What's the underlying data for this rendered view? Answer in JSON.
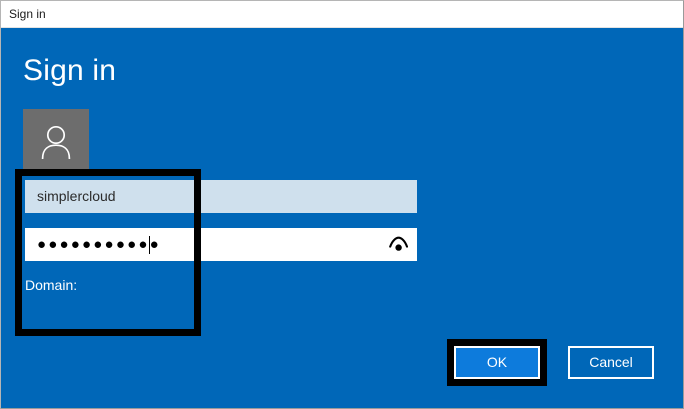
{
  "window": {
    "titlebar_title": "Sign in",
    "accent_color": "#0067b8",
    "titlebar_background": "#ffffff"
  },
  "dialog": {
    "heading": "Sign in",
    "avatar_icon": "user-avatar-icon",
    "avatar_color": "#6d6d6d"
  },
  "form": {
    "username": {
      "value": "simplercloud",
      "placeholder": "User name",
      "background_color": "#cfe0ed"
    },
    "password": {
      "masked_value": "●●●●●●●●●●●",
      "placeholder": "Password",
      "reveal_icon": "eye-reveal-password-icon",
      "background_color": "#ffffff"
    },
    "domain_label": "Domain:"
  },
  "buttons": {
    "ok_label": "OK",
    "ok_color": "#0d7bdc",
    "cancel_label": "Cancel"
  },
  "annotations": {
    "credentials_highlight_color": "#000000",
    "ok_highlight_color": "#000000"
  }
}
